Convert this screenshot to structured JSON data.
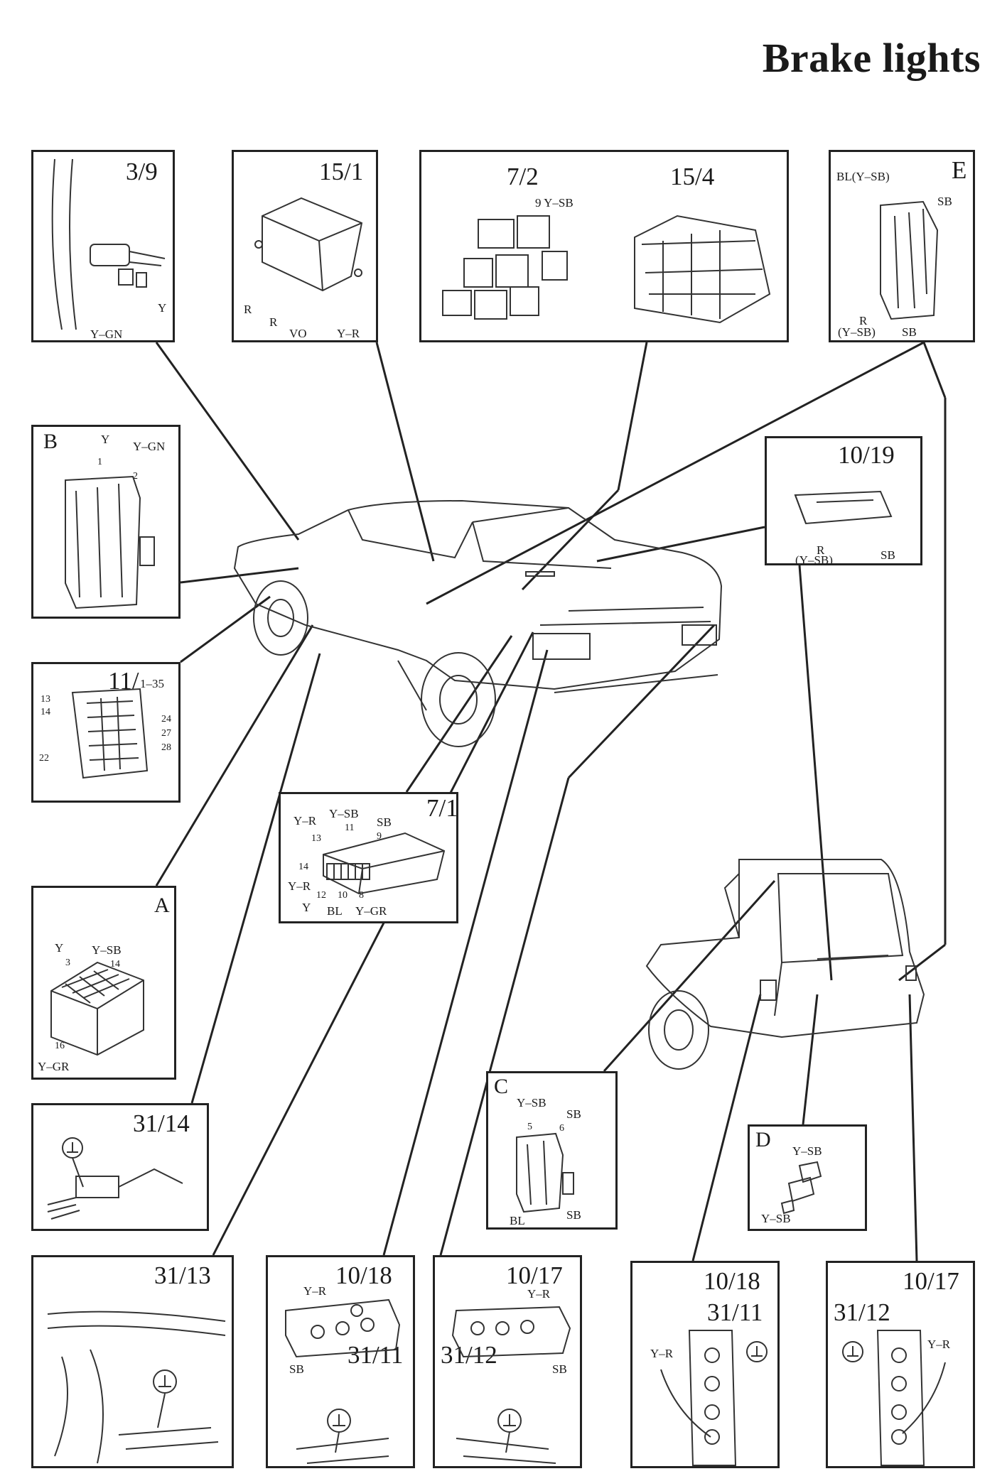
{
  "title": "Brake lights",
  "panels": {
    "p3_9": {
      "code": "3/9",
      "labels": [
        "Y",
        "Y–GN"
      ]
    },
    "p15_1": {
      "code": "15/1",
      "labels": [
        "R",
        "R",
        "VO",
        "Y–R"
      ]
    },
    "p7_2": {
      "code": "7/2",
      "labels": [
        "9 Y–SB"
      ]
    },
    "p15_4": {
      "code": "15/4"
    },
    "pE": {
      "code": "E",
      "labels": [
        "BL(Y–SB)",
        "SB",
        "R",
        "(Y–SB)",
        "SB"
      ]
    },
    "pB": {
      "code": "B",
      "labels": [
        "Y",
        "Y–GN",
        "1",
        "2"
      ]
    },
    "p10_19": {
      "code": "10/19",
      "labels": [
        "R",
        "(Y–SB)",
        "SB"
      ]
    },
    "p11": {
      "code": "11/",
      "sub": "1–35",
      "labels": [
        "13",
        "14",
        "24",
        "27",
        "28",
        "22"
      ]
    },
    "p7_1": {
      "code": "7/1",
      "labels": [
        "Y–R",
        "Y–SB",
        "SB",
        "13",
        "11",
        "9",
        "14",
        "Y–R",
        "12",
        "10",
        "8",
        "Y",
        "BL",
        "Y–GR"
      ]
    },
    "pA": {
      "code": "A",
      "labels": [
        "Y",
        "Y–SB",
        "3",
        "14",
        "16",
        "Y–GR"
      ]
    },
    "p31_14": {
      "code": "31/14"
    },
    "pC": {
      "code": "C",
      "labels": [
        "Y–SB",
        "SB",
        "5",
        "6",
        "BL",
        "SB"
      ]
    },
    "pD": {
      "code": "D",
      "labels": [
        "Y–SB",
        "Y–SB"
      ]
    },
    "p31_13": {
      "code": "31/13"
    },
    "p10_18a": {
      "code": "10/18",
      "sub": "31/11",
      "labels": [
        "Y–R",
        "SB"
      ]
    },
    "p10_17a": {
      "code": "10/17",
      "sub": "31/12",
      "labels": [
        "Y–R",
        "SB"
      ]
    },
    "p10_18b": {
      "code": "10/18",
      "sub": "31/11",
      "labels": [
        "Y–R"
      ]
    },
    "p10_17b": {
      "code": "10/17",
      "sub": "31/12",
      "labels": [
        "Y–R"
      ]
    }
  },
  "icons": [
    "ground-symbol-icon",
    "sedan-car-illustration",
    "wagon-rear-illustration"
  ]
}
